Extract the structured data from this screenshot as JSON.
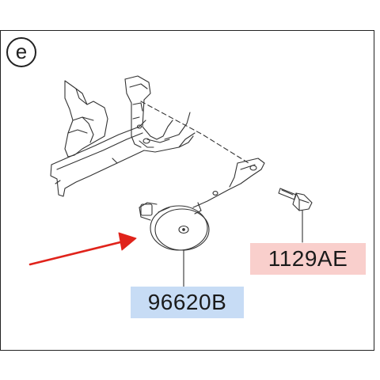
{
  "diagram": {
    "section_label": "e",
    "parts": [
      {
        "code": "1129AE",
        "highlight_color": "#f9cfcc"
      },
      {
        "code": "96620B",
        "highlight_color": "#c7dcf5"
      }
    ],
    "arrow_color": "#e0231b",
    "line_color": "#333333"
  }
}
